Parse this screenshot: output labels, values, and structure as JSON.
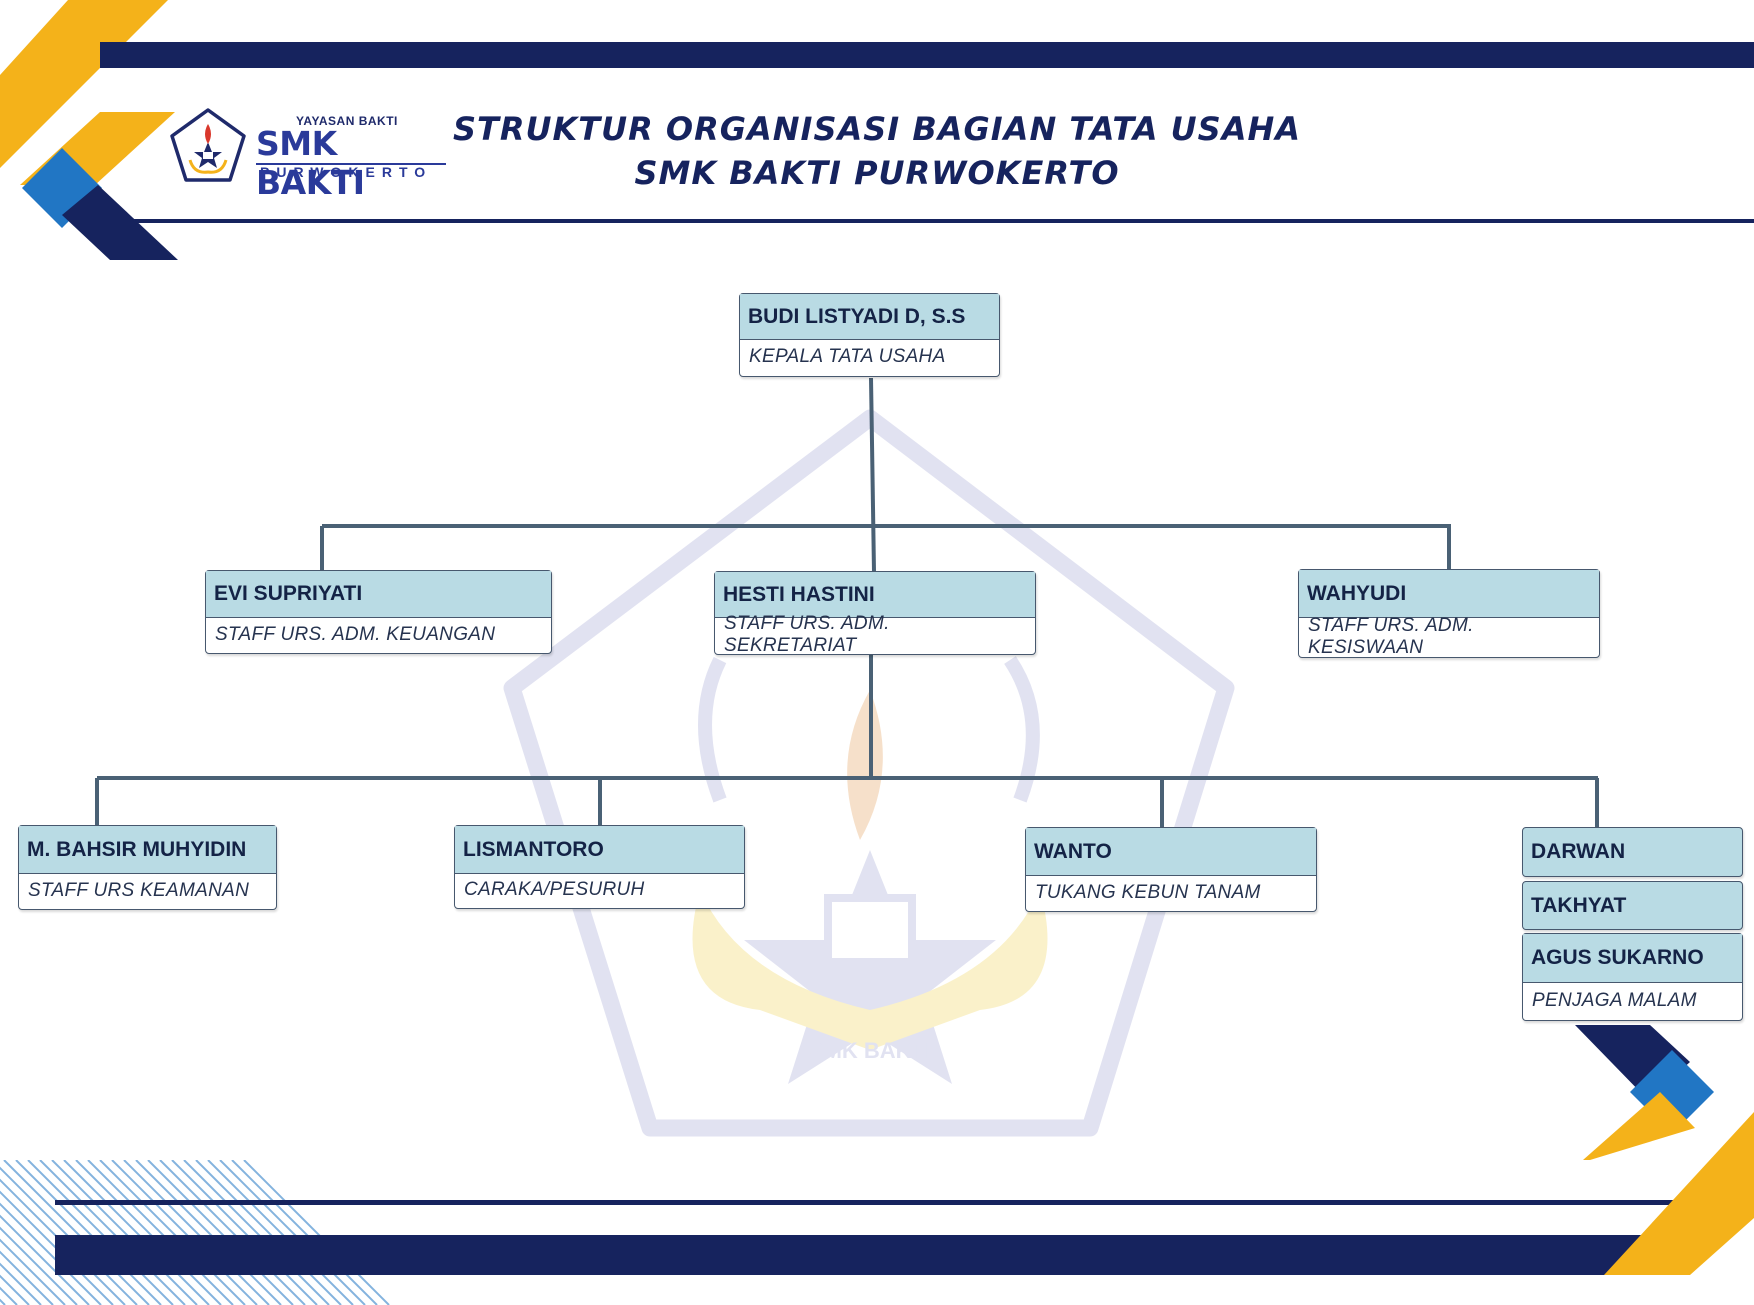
{
  "header": {
    "title_line1": "STRUKTUR ORGANISASI BAGIAN TATA USAHA",
    "title_line2": "SMK BAKTI PURWOKERTO"
  },
  "logo": {
    "foundation": "YAYASAN BAKTI",
    "name": "SMK BAKTI",
    "city": "PURWOKERTO",
    "icon": "school-emblem-icon"
  },
  "watermark": {
    "text": "SMK BAKTI",
    "icon": "school-emblem-watermark"
  },
  "colors": {
    "navy": "#16235e",
    "blue": "#2176c4",
    "gold": "#f4b21a",
    "node_header": "#b9dbe4",
    "line": "#4a6175"
  },
  "org": {
    "head": {
      "name": "BUDI LISTYADI D, S.S",
      "role": "KEPALA TATA USAHA"
    },
    "level2": [
      {
        "name": "EVI SUPRIYATI",
        "role": "STAFF URS. ADM. KEUANGAN"
      },
      {
        "name": "HESTI HASTINI",
        "role": "STAFF URS. ADM. SEKRETARIAT"
      },
      {
        "name": "WAHYUDI",
        "role": "STAFF URS. ADM. KESISWAAN"
      }
    ],
    "level3": [
      {
        "name": "M. BAHSIR MUHYIDIN",
        "role": "STAFF URS KEAMANAN"
      },
      {
        "name": "LISMANTORO",
        "role": "CARAKA/PESURUH"
      },
      {
        "name": "WANTO",
        "role": "TUKANG KEBUN TANAM"
      }
    ],
    "night_guards": {
      "names": [
        "DARWAN",
        "TAKHYAT",
        "AGUS SUKARNO"
      ],
      "role": "PENJAGA MALAM"
    }
  }
}
